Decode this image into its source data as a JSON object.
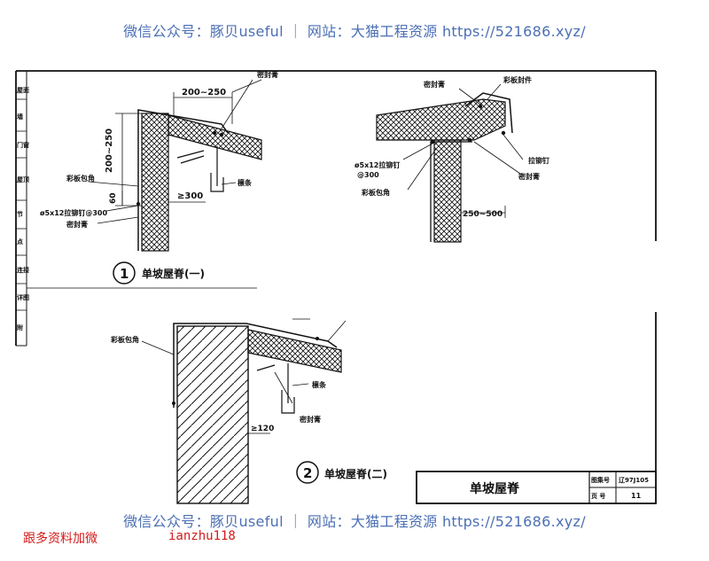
{
  "watermark": {
    "top": "微信公众号：豚贝useful ｜ 网站：大猫工程资源 https://521686.xyz/",
    "bottom": "微信公众号：豚贝useful ｜ 网站：大猫工程资源 https://521686.xyz/"
  },
  "promo": {
    "left": "跟多资料加微",
    "right": "ianzhu118"
  },
  "sidebar_labels": [
    "屋面",
    "墙",
    "门窗",
    "屋顶",
    "节",
    "点",
    "连接",
    "详图",
    "附"
  ],
  "detail1": {
    "number": "1",
    "title": "单坡屋脊(一)",
    "dim_top": "200~250",
    "dim_side": "200~250",
    "dim_60": "60",
    "dim_300": "≥300",
    "label_sealant_top": "密封膏",
    "label_corner": "彩板包角",
    "label_rivet": "ø5x12拉铆钉@300",
    "label_sealant_bottom": "密封膏",
    "label_purlin": "檩条"
  },
  "detail_right": {
    "label_sealant": "密封膏",
    "label_cover": "彩板封件",
    "label_rivet": "ø5x12拉铆钉",
    "label_rivet_spacing": "@300",
    "label_corner": "彩板包角",
    "label_rivet2": "拉铆钉",
    "label_sealant2": "密封膏",
    "dim": "250~500"
  },
  "detail2": {
    "number": "2",
    "title": "单坡屋脊(二)",
    "label_corner": "彩板包角",
    "label_purlin": "檩条",
    "label_sealant": "密封膏",
    "dim_120": "≥120"
  },
  "title_block": {
    "title": "单坡屋脊",
    "atlas_label": "图集号",
    "atlas_value": "辽97J105",
    "page_label": "页 号",
    "page_value": "11"
  }
}
